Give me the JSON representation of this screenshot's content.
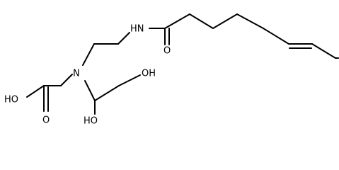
{
  "structure": {
    "atoms": {
      "hn": "HN",
      "o_carbonyl": "O",
      "n_tertiary": "N",
      "oh_top": "OH",
      "ho_acid": "HO",
      "o_acid": "O",
      "ho_bottom": "HO"
    }
  }
}
